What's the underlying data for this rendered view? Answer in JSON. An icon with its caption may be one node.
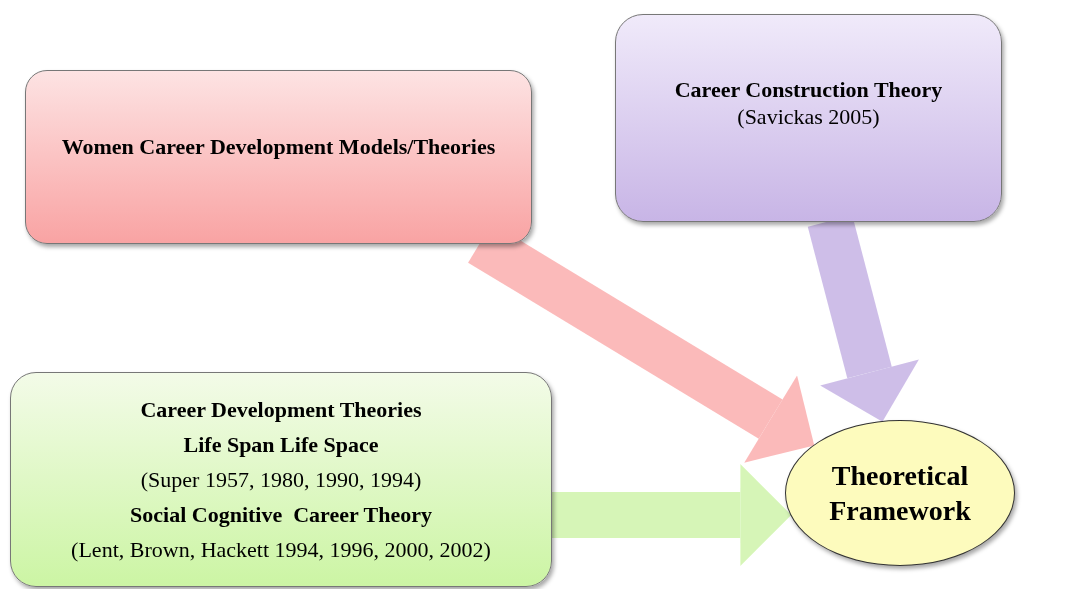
{
  "diagram": {
    "nodes": [
      {
        "text": [
          "Women Career Development Models/Theories"
        ]
      },
      {
        "text": [
          "Career Construction Theory",
          "(Savickas 2005)"
        ]
      },
      {
        "text": [
          "Career Development Theories",
          "Life Span Life Space",
          "(Super 1957, 1980, 1990, 1994)",
          "Social Cognitive  Career Theory",
          "(Lent, Brown, Hackett 1994, 1996, 2000, 2002)"
        ]
      },
      {
        "text": [
          "Theoretical Framework"
        ]
      }
    ],
    "edges": [
      {
        "from": 0,
        "to": 3,
        "arrow": "to",
        "color": "#fbb3b3"
      },
      {
        "from": 1,
        "to": 3,
        "arrow": "to",
        "color": "#c9b8e6"
      },
      {
        "from": 2,
        "to": 3,
        "arrow": "to",
        "color": "#d2f5b0"
      }
    ]
  }
}
